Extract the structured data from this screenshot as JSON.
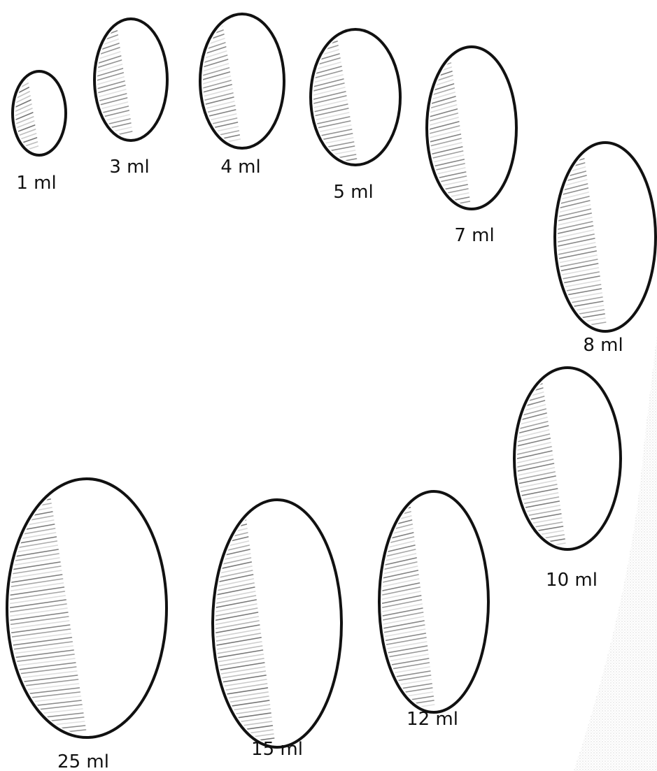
{
  "title": "",
  "ovals": [
    {
      "id": "oval-1ml",
      "label": "1 ml"
    },
    {
      "id": "oval-3ml",
      "label": "3 ml"
    },
    {
      "id": "oval-4ml",
      "label": "4 ml"
    },
    {
      "id": "oval-5ml",
      "label": "5 ml"
    },
    {
      "id": "oval-7ml",
      "label": "7 ml"
    },
    {
      "id": "oval-8ml",
      "label": "8 ml"
    },
    {
      "id": "oval-10ml",
      "label": "10 ml"
    },
    {
      "id": "oval-12ml",
      "label": "12 ml"
    },
    {
      "id": "oval-15ml",
      "label": "15 ml"
    },
    {
      "id": "oval-25ml",
      "label": "25 ml"
    }
  ],
  "colors": {
    "outline": "#111111",
    "shading": "#666666",
    "background": "#ffffff",
    "edge_texture": "#d8d8d8"
  }
}
